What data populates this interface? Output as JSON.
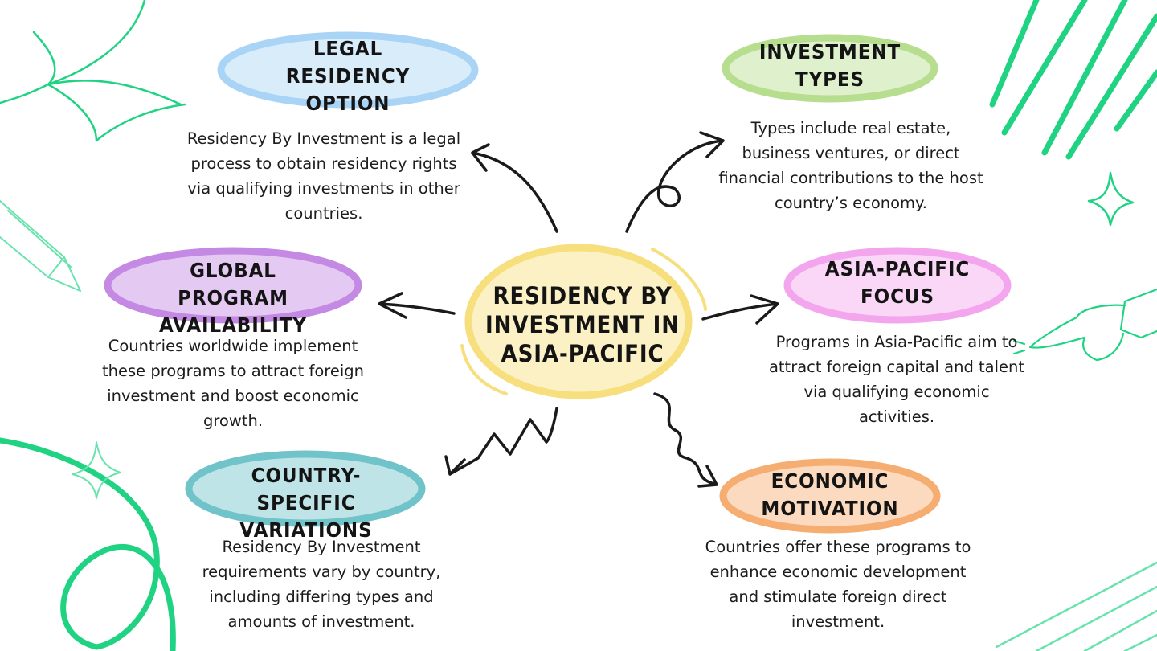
{
  "center": {
    "title": "RESIDENCY BY INVESTMENT IN ASIA-PACIFIC",
    "color": "#f6df7c"
  },
  "nodes": [
    {
      "id": "legal",
      "title": "LEGAL RESIDENCY OPTION",
      "color": "#a9d4f5",
      "description": "Residency By Investment is a legal process to obtain residency rights via qualifying investments in other countries."
    },
    {
      "id": "types",
      "title": "INVESTMENT TYPES",
      "color": "#b7dd8e",
      "description": "Types include real estate, business ventures, or direct financial contributions to the host country’s economy."
    },
    {
      "id": "global",
      "title": "GLOBAL PROGRAM AVAILABILITY",
      "color": "#c48ae3",
      "description": "Countries worldwide implement these programs to attract foreign investment and boost economic growth."
    },
    {
      "id": "asia",
      "title": "ASIA-PACIFIC FOCUS",
      "color": "#f3a6ee",
      "description": "Programs in Asia-Pacific aim to attract foreign capital and talent via qualifying economic activities."
    },
    {
      "id": "country",
      "title": "COUNTRY-SPECIFIC VARIATIONS",
      "color": "#6fc3c9",
      "description": "Residency By Investment requirements vary by country, including differing types and amounts of investment."
    },
    {
      "id": "economic",
      "title": "ECONOMIC MOTIVATION",
      "color": "#f6ad72",
      "description": "Countries offer these programs to enhance economic development and stimulate foreign direct investment."
    }
  ],
  "decor": {
    "accent": "#1fd383",
    "accent_light": "#68e3ad"
  }
}
